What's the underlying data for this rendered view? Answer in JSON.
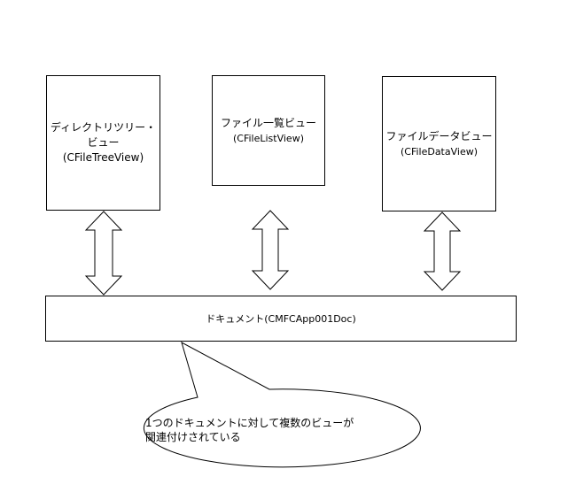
{
  "views": [
    {
      "name_line1": "ディレクトリツリー・",
      "name_line2": "ビュー(CFileTreeView)"
    },
    {
      "name": "ファイル一覧ビュー",
      "class": "(CFileListView)"
    },
    {
      "name": "ファイルデータビュー",
      "class": "(CFileDataView)"
    }
  ],
  "document": {
    "label": "ドキュメント(CMFCApp001Doc)"
  },
  "callout": {
    "line1": "1つのドキュメントに対して複数のビューが",
    "line2": "関連付けされている"
  }
}
